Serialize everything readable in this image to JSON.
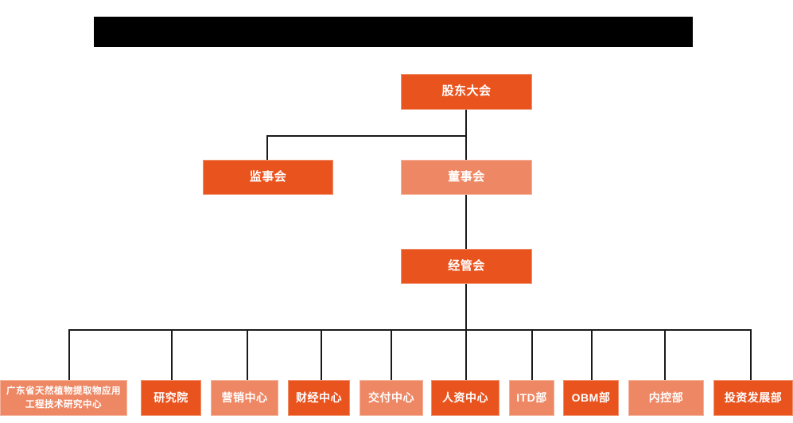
{
  "chart": {
    "type": "org-chart",
    "title_banner": {
      "label": "",
      "redacted": true,
      "color": "#000000"
    },
    "colors": {
      "dark_orange": "#e9531e",
      "light_orange": "#ee8764",
      "line": "#1a1a1a",
      "text": "#ffffff",
      "background": "#ffffff"
    },
    "levels": [
      {
        "level": 1,
        "nodes": [
          {
            "id": "shareholders",
            "label": "股东大会",
            "shade": "dark"
          }
        ]
      },
      {
        "level": 2,
        "nodes": [
          {
            "id": "supervisors",
            "label": "监事会",
            "shade": "dark"
          },
          {
            "id": "directors",
            "label": "董事会",
            "shade": "light"
          }
        ]
      },
      {
        "level": 3,
        "nodes": [
          {
            "id": "management",
            "label": "经管会",
            "shade": "dark"
          }
        ]
      },
      {
        "level": 4,
        "nodes": [
          {
            "id": "gd-center",
            "label": "广东省天然植物提取物应用工程技术研究中心",
            "shade": "light"
          },
          {
            "id": "research-institute",
            "label": "研究院",
            "shade": "dark"
          },
          {
            "id": "marketing-center",
            "label": "营销中心",
            "shade": "light"
          },
          {
            "id": "finance-center",
            "label": "财经中心",
            "shade": "dark"
          },
          {
            "id": "delivery-center",
            "label": "交付中心",
            "shade": "light"
          },
          {
            "id": "hr-center",
            "label": "人资中心",
            "shade": "dark"
          },
          {
            "id": "itd-dept",
            "label": "ITD部",
            "shade": "light"
          },
          {
            "id": "obm-dept",
            "label": "OBM部",
            "shade": "dark"
          },
          {
            "id": "internal-control-dept",
            "label": "内控部",
            "shade": "light"
          },
          {
            "id": "investment-dev-dept",
            "label": "投资发展部",
            "shade": "dark"
          }
        ]
      }
    ]
  }
}
